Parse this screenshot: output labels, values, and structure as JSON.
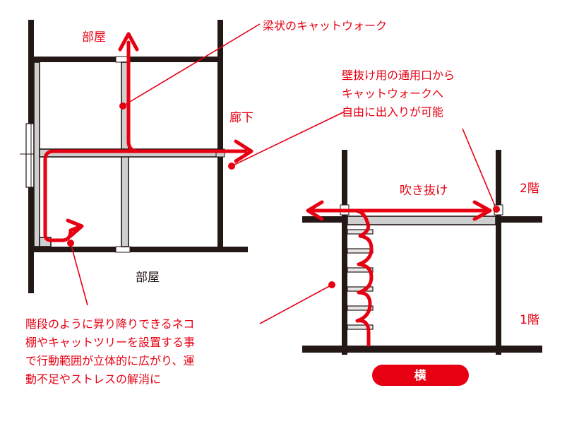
{
  "labels": {
    "room_top": "部屋",
    "room_bottom": "部屋",
    "corridor": "廊下",
    "beam_catwalk": "梁状のキャットウォーク",
    "wall_opening": [
      "壁抜け用の通用口から",
      "キャットウォークへ",
      "自由に出入りが可能"
    ],
    "stair_shelf": [
      "階段のように昇り降りできるネコ",
      "棚やキャットツリーを設置する事",
      "で行動範囲が立体的に広がり、運",
      "動不足やストレスの解消に"
    ],
    "atrium": "吹き抜け",
    "floor_2": "2階",
    "floor_1": "1階",
    "side_view_badge": "横"
  },
  "colors": {
    "accent_red": "#e60012",
    "ink": "#231815",
    "beam_gray": "#cfcfcf"
  }
}
